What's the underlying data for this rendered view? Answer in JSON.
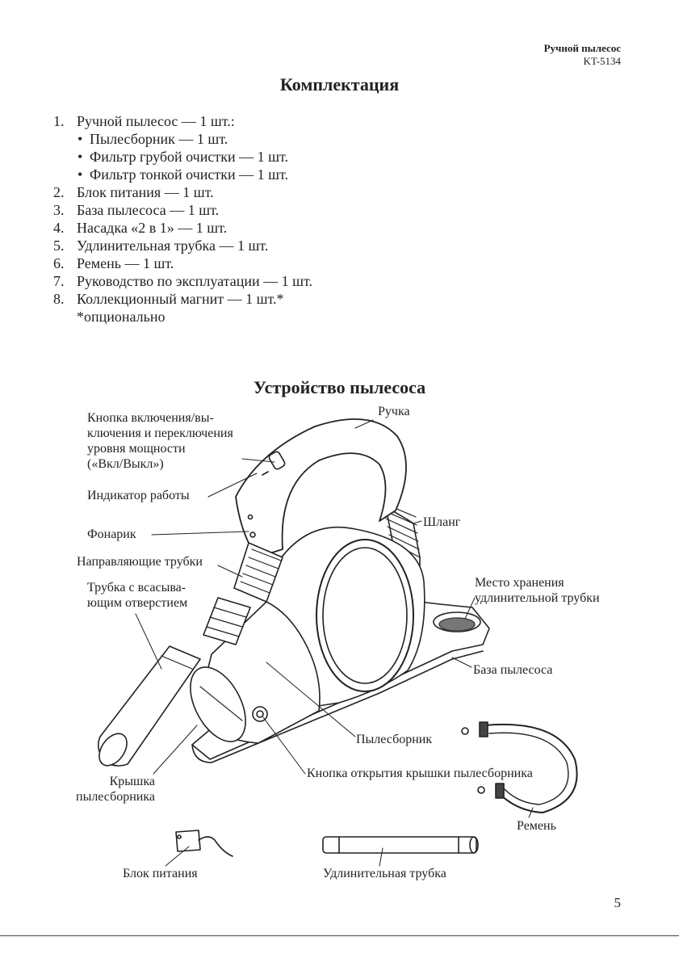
{
  "header": {
    "product": "Ручной пылесос",
    "model": "KT-5134"
  },
  "contents": {
    "title": "Комплектация",
    "items": [
      {
        "num": "1.",
        "text": "Ручной пылесос — 1 шт.:"
      },
      {
        "bullet": "•",
        "text": "Пылесборник — 1 шт."
      },
      {
        "bullet": "•",
        "text": "Фильтр грубой очистки — 1 шт."
      },
      {
        "bullet": "•",
        "text": "Фильтр тонкой очистки — 1 шт."
      },
      {
        "num": "2.",
        "text": "Блок питания — 1 шт."
      },
      {
        "num": "3.",
        "text": "База пылесоса — 1 шт."
      },
      {
        "num": "4.",
        "text": "Насадка «2 в 1» — 1 шт."
      },
      {
        "num": "5.",
        "text": "Удлинительная трубка — 1 шт."
      },
      {
        "num": "6.",
        "text": "Ремень — 1 шт."
      },
      {
        "num": "7.",
        "text": "Руководство по эксплуатации — 1 шт."
      },
      {
        "num": "8.",
        "text": "Коллекционный магнит — 1 шт.*"
      },
      {
        "text": "*опционально"
      }
    ]
  },
  "device": {
    "title": "Устройство пылесоса",
    "labels": {
      "power_button": [
        "Кнопка включения/вы-",
        "ключения и переключения",
        "уровня мощности",
        "(«Вкл/Выкл»)"
      ],
      "indicator": "Индикатор работы",
      "flashlight": "Фонарик",
      "guide_tubes": "Направляющие трубки",
      "suction_tube": [
        "Трубка с всасыва-",
        "ющим отверстием"
      ],
      "handle": "Ручка",
      "hose": "Шланг",
      "storage": [
        "Место хранения",
        "удлинительной трубки"
      ],
      "base": "База пылесоса",
      "dust_container": "Пылесборник",
      "open_button": "Кнопка открытия крышки пылесборника",
      "lid": [
        "Крышка",
        "пылесборника"
      ],
      "belt": "Ремень",
      "power_unit": "Блок питания",
      "extension_tube": "Удлинительная трубка"
    }
  },
  "page_number": "5"
}
